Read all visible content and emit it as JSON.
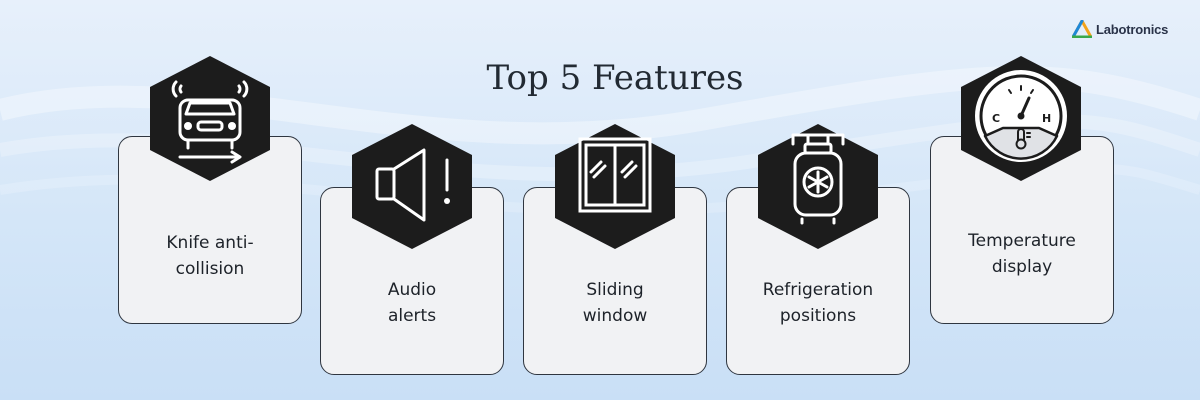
{
  "logo": {
    "text": "Labotronics",
    "icon": "triangle-logo-icon"
  },
  "title": "Top 5 Features",
  "colors": {
    "hexagon": "#1c1c1c",
    "card": "#f1f2f4",
    "border": "#2f3640"
  },
  "features": [
    {
      "line1": "Knife anti-",
      "line2": "collision",
      "icon": "car-sensor-icon"
    },
    {
      "line1": "Audio",
      "line2": "alerts",
      "icon": "speaker-alert-icon"
    },
    {
      "line1": "Sliding",
      "line2": "window",
      "icon": "sliding-window-icon"
    },
    {
      "line1": "Refrigeration",
      "line2": "positions",
      "icon": "refrigerant-cylinder-icon"
    },
    {
      "line1": "Temperature",
      "line2": "display",
      "icon": "temperature-gauge-icon"
    }
  ]
}
